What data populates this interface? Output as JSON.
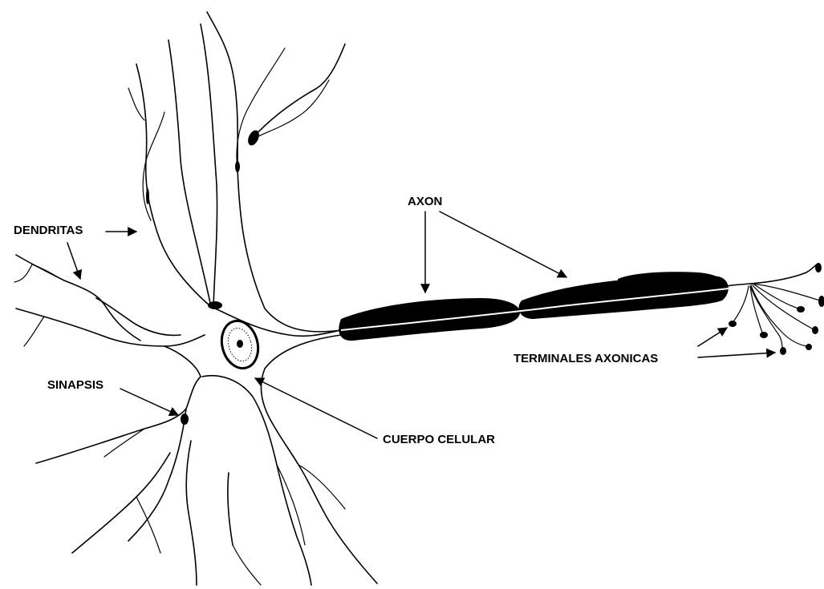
{
  "labels": {
    "dendritas": "DENDRITAS",
    "axon": "AXON",
    "sinapsis": "SINAPSIS",
    "cuerpo_celular": "CUERPO CELULAR",
    "terminales_axonicas": "TERMINALES AXONICAS"
  },
  "colors": {
    "ink": "#000000",
    "background": "#ffffff"
  }
}
